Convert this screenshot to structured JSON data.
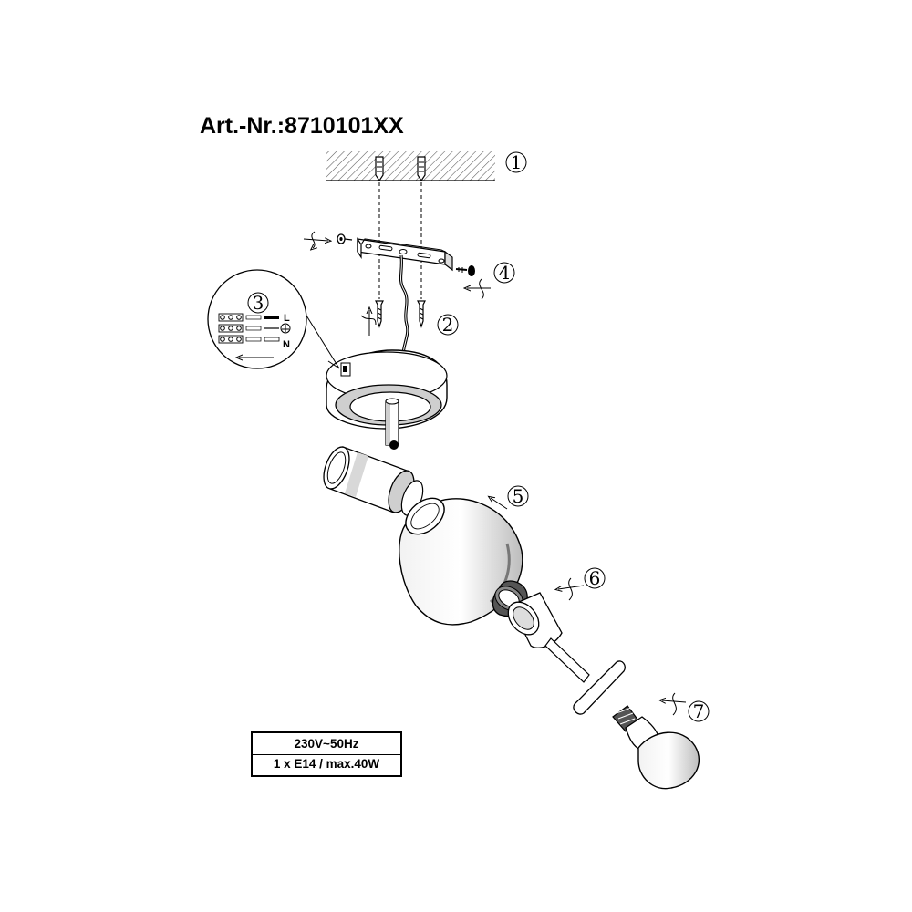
{
  "header": {
    "article_number": "Art.-Nr.:8710101XX"
  },
  "specs": {
    "voltage": "230V~50Hz",
    "lamp": "1 x E14 / max.40W"
  },
  "steps": [
    "1",
    "2",
    "3",
    "4",
    "5",
    "6",
    "7"
  ],
  "wiring": {
    "line": "L",
    "neutral": "N"
  }
}
